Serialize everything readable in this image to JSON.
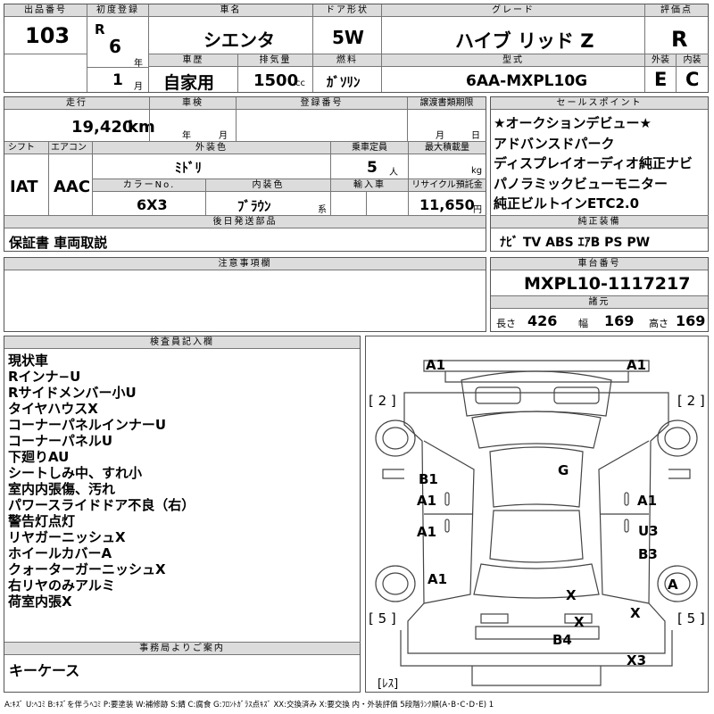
{
  "header": {
    "lot_label": "出品番号",
    "lot_number": "103",
    "first_reg_label": "初度登録",
    "era": "R",
    "year": "6",
    "year_unit": "年",
    "month": "1",
    "month_unit": "月",
    "car_name_label": "車名",
    "car_name": "シエンタ",
    "door_label": "ドア形状",
    "door": "5W",
    "grade_label": "グレード",
    "grade": "ハイブ リッド Z",
    "score_label": "評価点",
    "score": "R",
    "history_label": "車歴",
    "history": "自家用",
    "displacement_label": "排気量",
    "displacement": "1500",
    "displacement_unit": "cc",
    "fuel_label": "燃料",
    "fuel": "ｶﾞｿﾘﾝ",
    "model_label": "型式",
    "model": "6AA-MXPL10G",
    "ext_label": "外装",
    "ext_score": "E",
    "int_label": "内装",
    "int_score": "C"
  },
  "row2": {
    "mileage_label": "走行",
    "mileage": "19,420",
    "mileage_unit": "km",
    "inspection_label": "車検",
    "inspection_year_unit": "年",
    "inspection_month_unit": "月",
    "reg_no_label": "登録番号",
    "transfer_label": "譲渡書類期限",
    "transfer_month_unit": "月",
    "transfer_day_unit": "日",
    "shift_label": "シフト",
    "shift": "IAT",
    "aircon_label": "エアコン",
    "aircon": "AAC",
    "ext_color_label": "外装色",
    "ext_color": "ﾐﾄﾞﾘ",
    "capacity_label": "乗車定員",
    "capacity": "5",
    "capacity_unit": "人",
    "max_load_label": "最大積載量",
    "max_load_unit": "kg",
    "color_no_label": "カラーNo.",
    "color_no": "6X3",
    "int_color_label": "内装色",
    "int_color": "ﾌﾞﾗｳﾝ",
    "int_color_suffix": "系",
    "import_label": "輸入車",
    "recycle_label": "リサイクル預託金",
    "recycle": "11,650",
    "recycle_unit": "円",
    "later_parts_label": "後日発送部品",
    "later_parts": "保証書 車両取説"
  },
  "sales_points": {
    "label": "セールスポイント",
    "items": [
      "★オークションデビュー★",
      "アドバンスドパーク",
      "ディスプレイオーディオ純正ナビ",
      "パノラミックビューモニター",
      "純正ビルトインETC2.0"
    ]
  },
  "equipment": {
    "label": "純正装備",
    "value": "ﾅﾋﾞ TV ABS ｴｱB PS PW"
  },
  "caution": {
    "label": "注意事項欄"
  },
  "chassis": {
    "label": "車台番号",
    "value": "MXPL10-1117217"
  },
  "dims": {
    "label": "諸元",
    "length_label": "長さ",
    "length": "426",
    "width_label": "幅",
    "width": "169",
    "height_label": "高さ",
    "height": "169"
  },
  "inspector": {
    "label": "検査員記入欄",
    "notes": [
      "現状車",
      "Rインナ−U",
      "Rサイドメンバー小U",
      "タイヤハウスX",
      "コーナーパネルインナーU",
      "コーナーパネルU",
      "下廻りAU",
      "シートしみ中、すれ小",
      "室内内張傷、汚れ",
      "パワースライドドア不良（右）",
      "警告灯点灯",
      "リヤガーニッシュX",
      "ホイールカバーA",
      "クォーターガーニッシュX",
      "右リヤのみアルミ",
      "荷室内張X"
    ]
  },
  "office": {
    "label": "事務局よりご案内",
    "value": "キーケース"
  },
  "diagram": {
    "marks": {
      "a1_tl": "A1",
      "a1_tr": "A1",
      "two_l": "[ 2 ]",
      "two_r": "[ 2 ]",
      "b1": "B1",
      "a1_ml": "A1",
      "g": "G",
      "a1_mr": "A1",
      "a1_l2": "A1",
      "u3": "U3",
      "b3": "B3",
      "a1_l3": "A1",
      "a_r": "A",
      "x_c": "X",
      "x_r": "X",
      "x_box": "X",
      "five_l": "[ 5 ]",
      "five_r": "[ 5 ]",
      "b4": "B4",
      "x3": "X3",
      "res": "[ﾚｽ]"
    }
  },
  "legend": "A:ｷｽﾞ U:ﾍｺﾐ B:ｷｽﾞを伴うﾍｺﾐ P:要塗装 W:補修跡 S:錆 C:腐食 G:ﾌﾛﾝﾄｶﾞﾗｽ点ｷｽﾞ XX:交換済み X:要交換 内・外装評価 5段階ﾗﾝｸ順(A･B･C･D･E) 1"
}
